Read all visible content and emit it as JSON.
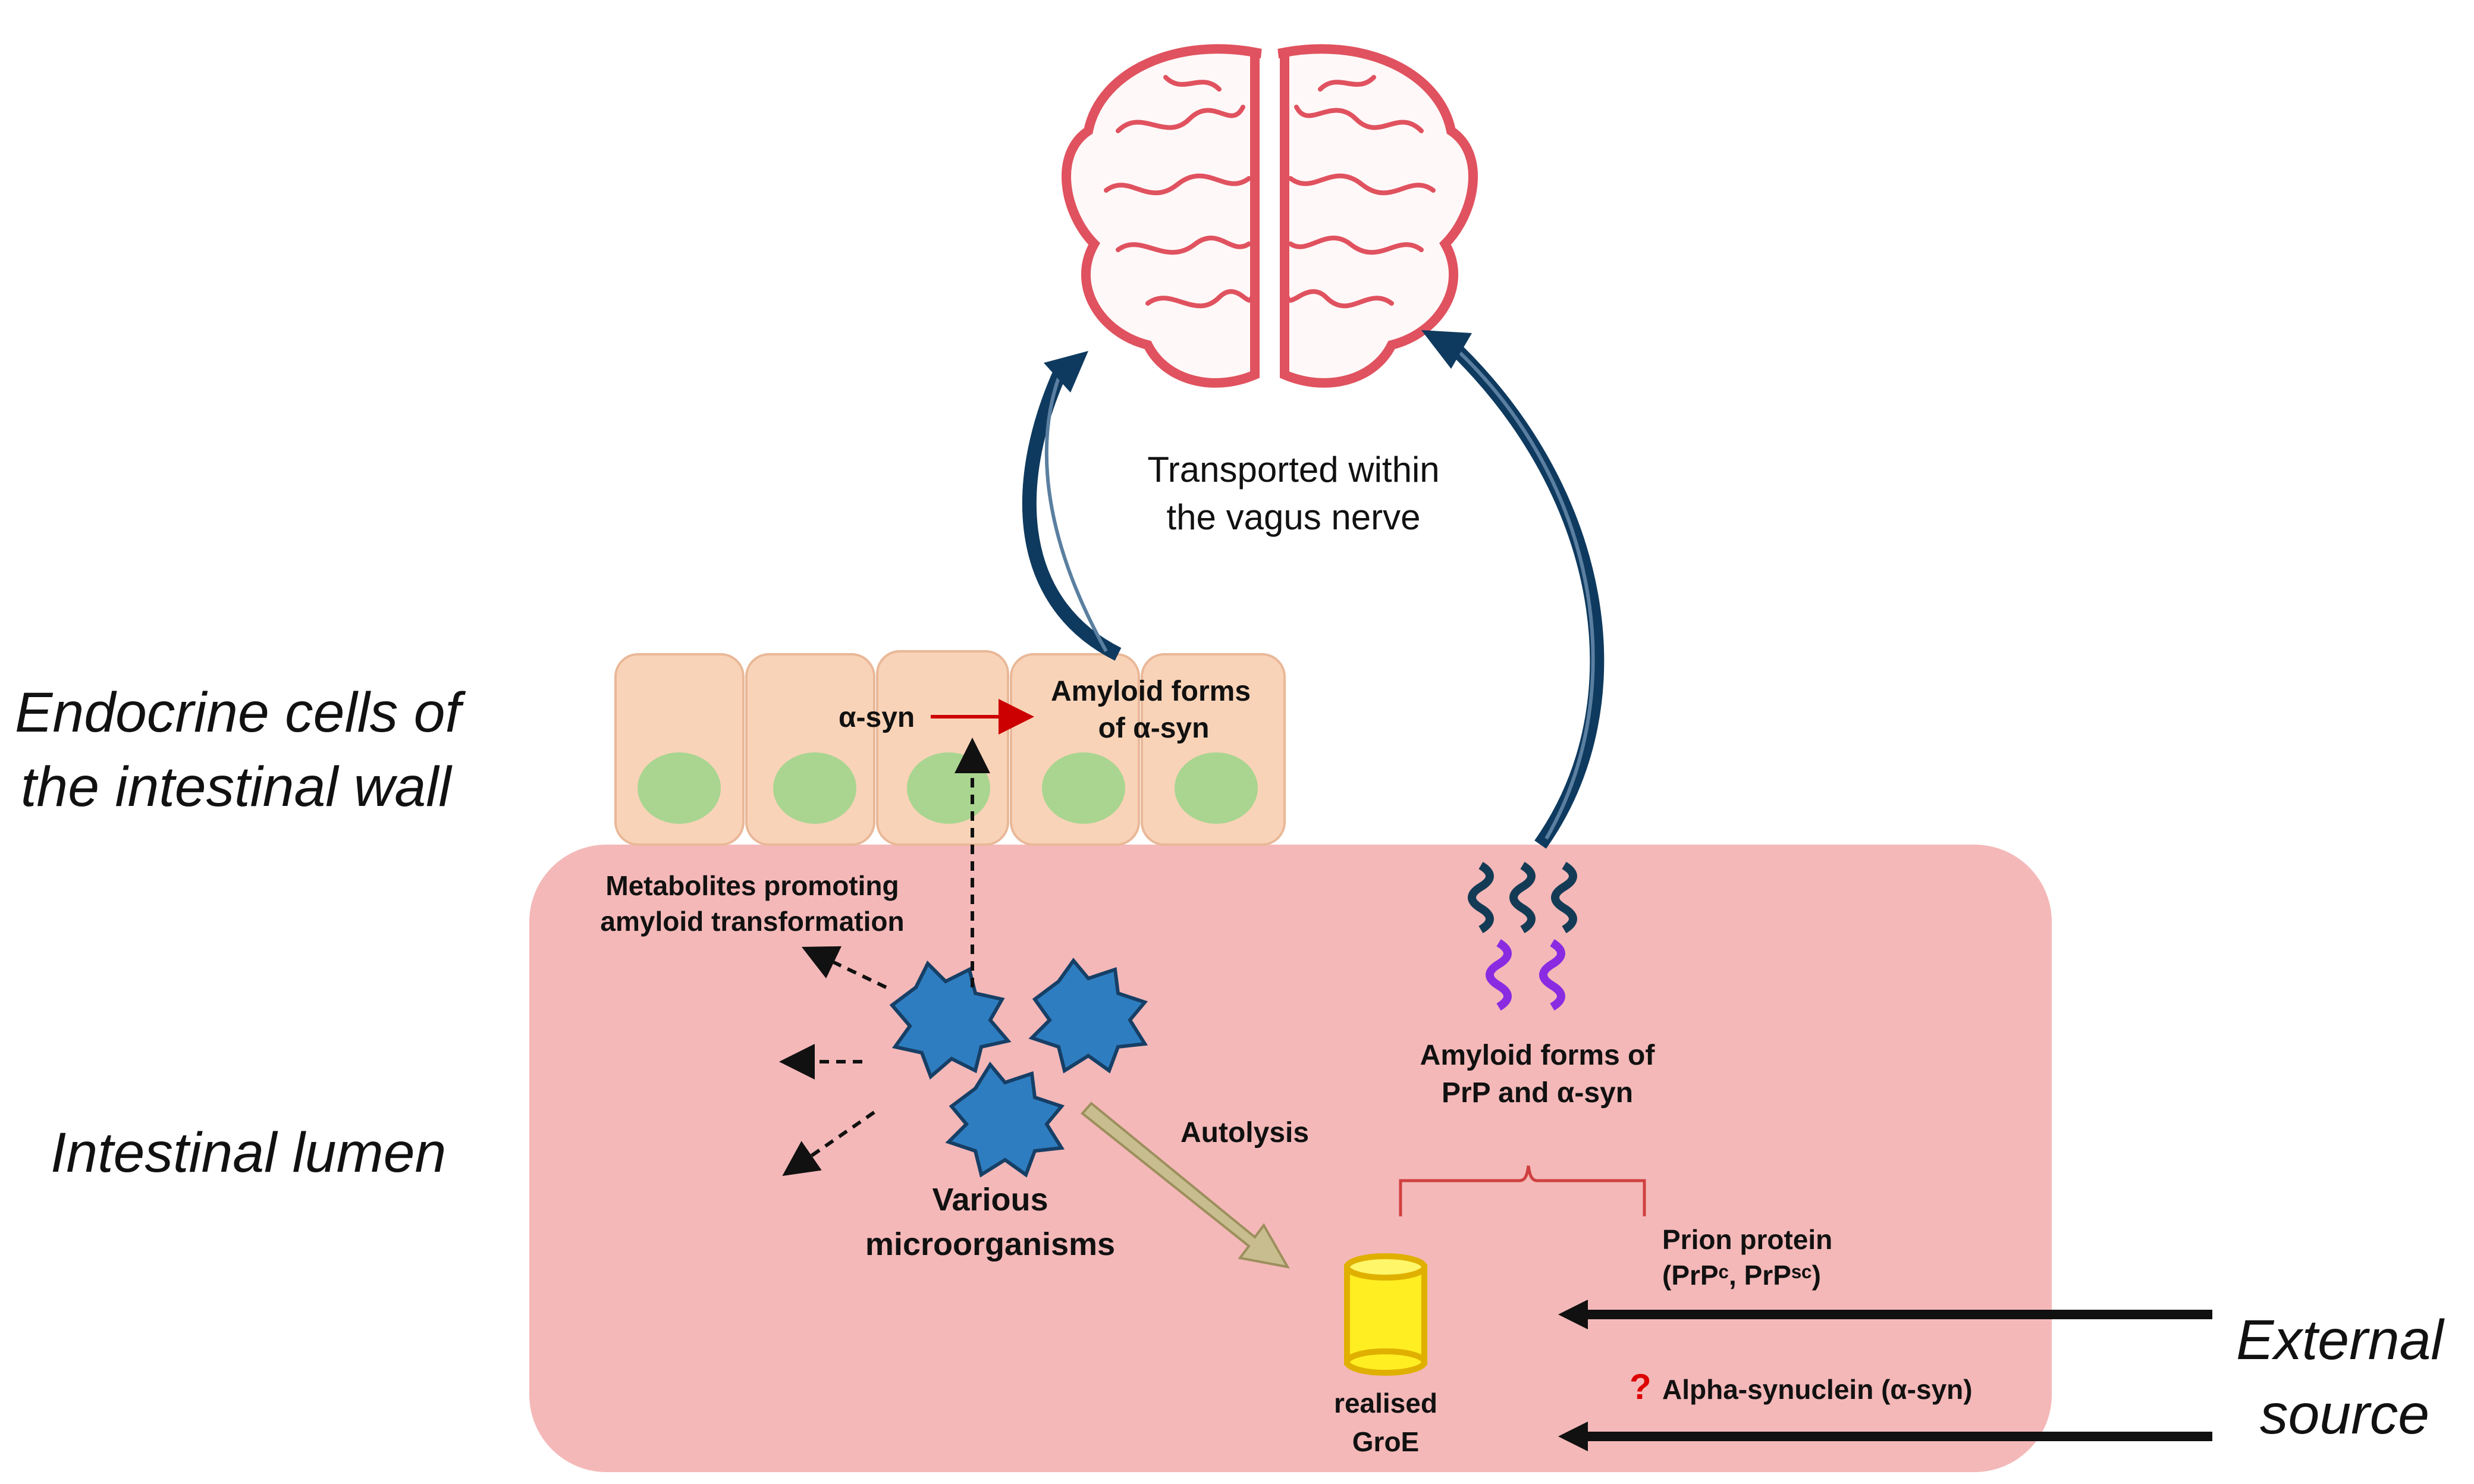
{
  "side_labels": {
    "endocrine_line1": "Endocrine cells of",
    "endocrine_line2": "the intestinal wall",
    "lumen": "Intestinal lumen",
    "external_line1": "External",
    "external_line2": "source"
  },
  "brain": {
    "transport_line1": "Transported within",
    "transport_line2": "the vagus nerve"
  },
  "cells": {
    "asyn": "α-syn",
    "amyloid_line1": "Amyloid forms",
    "amyloid_line2": "of α-syn"
  },
  "lumen_labels": {
    "metabolites_line1": "Metabolites promoting",
    "metabolites_line2": "amyloid transformation",
    "various_line1": "Various",
    "various_line2": "microorganisms",
    "autolysis": "Autolysis",
    "amyloid_prp_line1": "Amyloid forms of",
    "amyloid_prp_line2": "PrP and α-syn",
    "prion_line1": "Prion protein",
    "prion_line2": "(PrPᶜ, PrPˢᶜ)",
    "question": "?",
    "alpha_syn": "Alpha-synuclein (α-syn)",
    "groe_line1": "realised",
    "groe_line2": "GroE"
  },
  "colors": {
    "lumen_fill": "#f4b8b8",
    "cell_fill": "#f9d3b8",
    "nucleus_fill": "#a9d591",
    "microbe_fill": "#2e7dc0",
    "nerve_arrow": "#0f3a5f",
    "brain_stroke": "#e0525f",
    "groe_fill": "#ffee22",
    "groe_stroke": "#e0b000",
    "red_arrow": "#cc0000",
    "autolysis_arrow": "#c8bd8f",
    "helix_dark": "#143b55",
    "helix_purple": "#8a2be2",
    "bracket": "#d04040"
  }
}
